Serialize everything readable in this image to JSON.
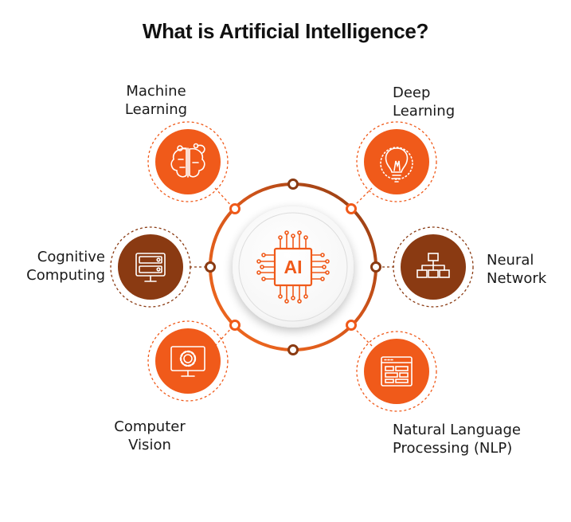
{
  "title": "What is Artificial Intelligence?",
  "center": {
    "label": "AI",
    "icon": "ai-chip-icon"
  },
  "topics": {
    "machine_learning": {
      "line1": "Machine",
      "line2": "Learning",
      "icon": "brain-circuit-icon"
    },
    "deep_learning": {
      "line1": "Deep",
      "line2": "Learning",
      "icon": "lightbulb-icon"
    },
    "cognitive_computing": {
      "line1": "Cognitive",
      "line2": "Computing",
      "icon": "server-monitor-icon"
    },
    "neural_network": {
      "line1": "Neural",
      "line2": "Network",
      "icon": "hierarchy-network-icon"
    },
    "computer_vision": {
      "line1": "Computer",
      "line2": "Vision",
      "icon": "monitor-gear-icon"
    },
    "nlp": {
      "line1": "Natural Language",
      "line2": "Processing (NLP)",
      "icon": "text-window-icon"
    }
  },
  "colors": {
    "orange": "#f05a1a",
    "orange_dark": "#e24e12",
    "brown": "#8a3a12",
    "brown_dark": "#7a3010",
    "ring_gradient_start": "#f36a1f",
    "ring_gradient_end": "#8a3a12",
    "text": "#1a1a1a"
  }
}
